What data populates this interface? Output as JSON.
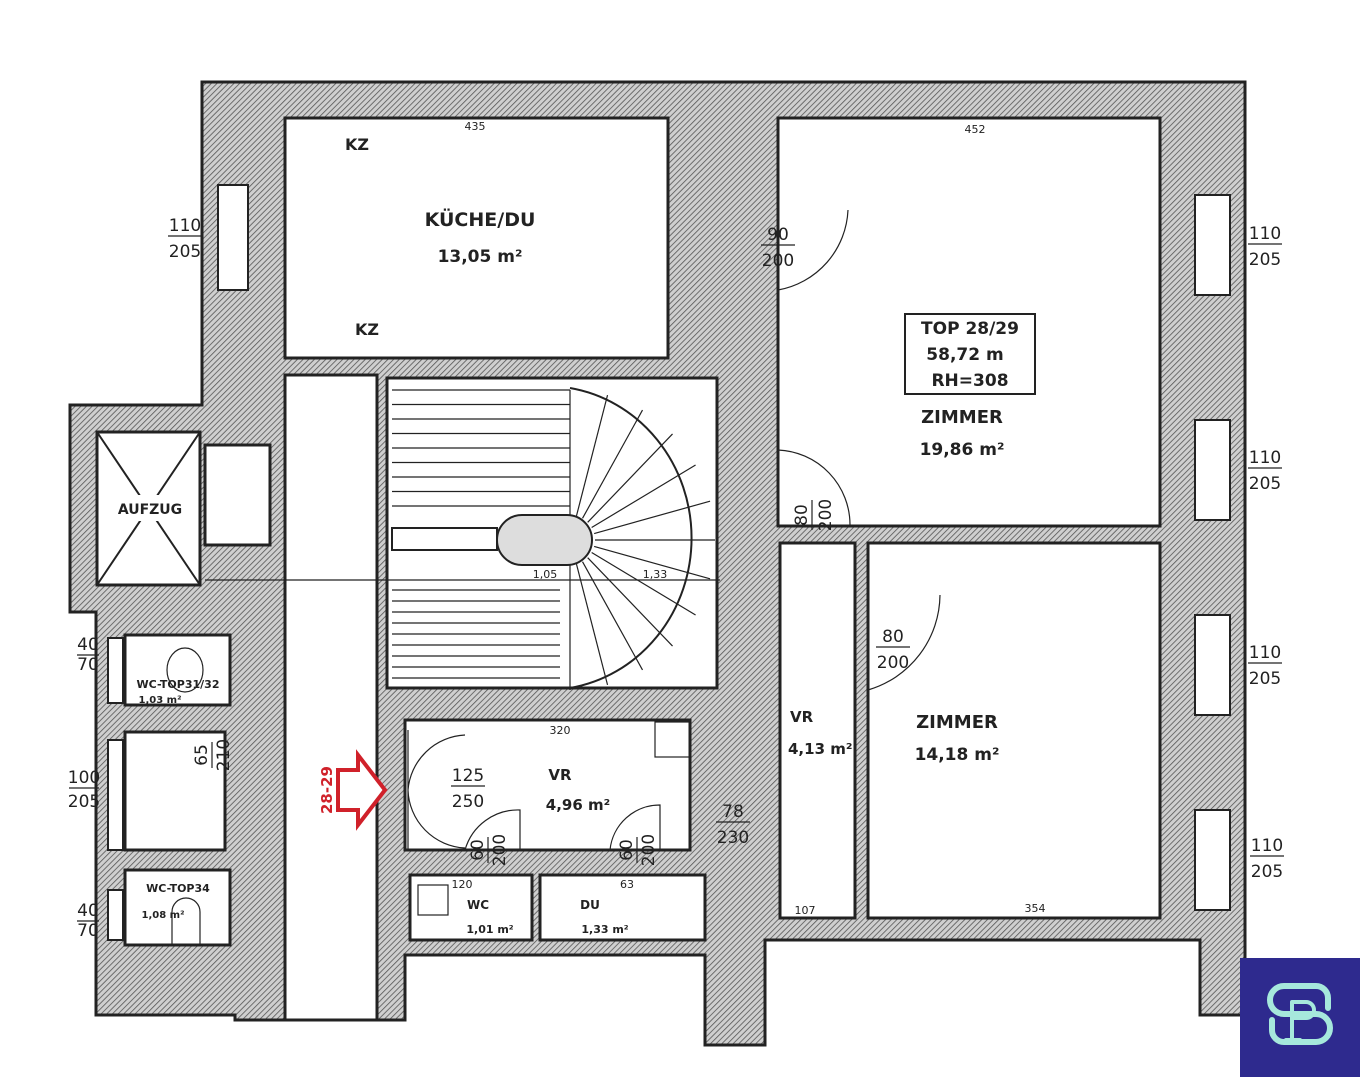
{
  "plan": {
    "kitchen": {
      "name": "KÜCHE/DU",
      "area": "13,05 m²",
      "kz_top": "KZ",
      "kz_bottom": "KZ",
      "width_dim": "435"
    },
    "top_label": {
      "unit": "TOP 28/29",
      "area": "58,72 m",
      "height": "RH=308"
    },
    "room_upper": {
      "name": "ZIMMER",
      "area": "19,86 m²",
      "width_dim": "452"
    },
    "room_lower": {
      "name": "ZIMMER",
      "area": "14,18 m²",
      "width_dim": "354"
    },
    "hall_right": {
      "name": "VR",
      "area": "4,13 m²",
      "width_dim": "107"
    },
    "hall_center": {
      "name": "VR",
      "area": "4,96 m²",
      "width_dim": "320"
    },
    "wc": {
      "name": "WC",
      "area": "1,01 m²",
      "width_dim": "120"
    },
    "shower": {
      "name": "DU",
      "area": "1,33 m²",
      "width_dim": "63"
    },
    "elevator": {
      "name": "AUFZUG"
    },
    "wc_top31": {
      "name": "WC-TOP31/32",
      "area": "1,03 m²"
    },
    "wc_top34": {
      "name": "WC-TOP34",
      "area": "1,08 m²"
    },
    "entrance_marker": "28-29",
    "stair_dims": [
      "1,05",
      "1,33"
    ],
    "fraction_labels": [
      {
        "top": "110",
        "bottom": "205"
      },
      {
        "top": "90",
        "bottom": "200"
      },
      {
        "top": "110",
        "bottom": "205"
      },
      {
        "top": "80",
        "bottom": "200"
      },
      {
        "top": "110",
        "bottom": "205"
      },
      {
        "top": "80",
        "bottom": "200"
      },
      {
        "top": "110",
        "bottom": "205"
      },
      {
        "top": "125",
        "bottom": "250"
      },
      {
        "top": "78",
        "bottom": "230"
      },
      {
        "top": "110",
        "bottom": "205"
      },
      {
        "top": "60",
        "bottom": "200"
      },
      {
        "top": "60",
        "bottom": "200"
      },
      {
        "top": "40",
        "bottom": "70"
      },
      {
        "top": "100",
        "bottom": "205"
      },
      {
        "top": "40",
        "bottom": "70"
      },
      {
        "top": "65",
        "bottom": "210"
      }
    ]
  },
  "logo": {
    "text": "SP",
    "bg_color": "#2e2a8e",
    "fg_color": "#a6e8dc"
  },
  "colors": {
    "accent_red": "#d0212a"
  }
}
